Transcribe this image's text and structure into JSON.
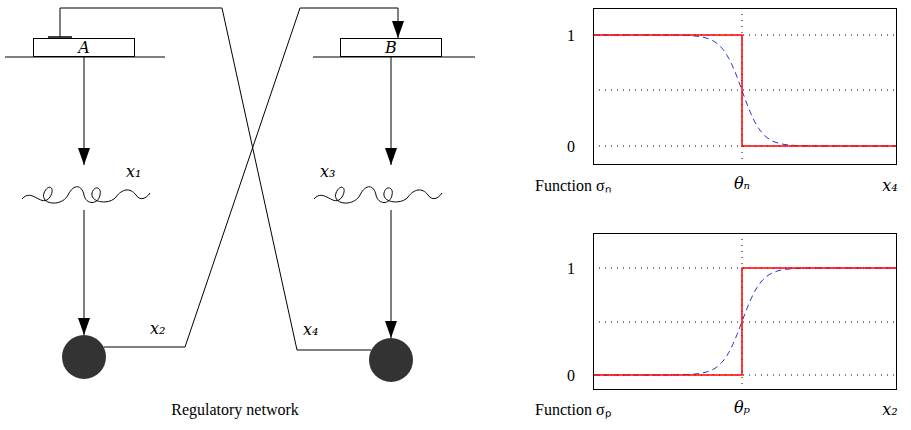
{
  "diagram": {
    "nodes": [
      {
        "text": [
          "A"
        ]
      },
      {
        "text": [
          "x₁"
        ]
      },
      {
        "text": [
          "x₂"
        ]
      },
      {
        "text": [
          "B"
        ]
      },
      {
        "text": [
          "x₃"
        ]
      },
      {
        "text": [
          "x₄"
        ]
      }
    ],
    "edges": [
      {
        "from": 0,
        "to": 1,
        "arrow": "to"
      },
      {
        "from": 1,
        "to": 2,
        "arrow": "to"
      },
      {
        "from": 3,
        "to": 4,
        "arrow": "to"
      },
      {
        "from": 4,
        "to": 5,
        "arrow": "to"
      },
      {
        "from": 2,
        "to": 3,
        "arrow": "to"
      },
      {
        "from": 5,
        "to": 0,
        "arrow": "to"
      }
    ],
    "labels": [
      "Regulatory network",
      "Function σₙ",
      "θₙ",
      "x₄",
      "1",
      "0",
      "Function σₚ",
      "θₚ",
      "x₂",
      "1",
      "0"
    ]
  }
}
